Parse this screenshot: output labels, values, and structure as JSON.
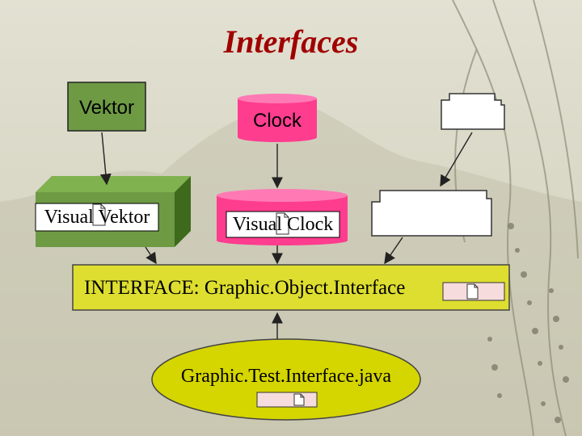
{
  "title": "Interfaces",
  "nodes": {
    "vektor": "Vektor",
    "clock": "Clock",
    "visual_vektor": "Visual Vektor",
    "visual_clock": "Visual Clock",
    "interface": "INTERFACE: Graphic.Object.Interface",
    "test": "Graphic.Test.Interface.java"
  },
  "colors": {
    "title": "#a00000",
    "background": "#d9d8c6",
    "vektor_fill": "#6e9a44",
    "clock_fill": "#ff3d8f",
    "interface_fill": "#dede30",
    "test_fill": "#d5d500",
    "file_box": "#f6dcdc"
  }
}
